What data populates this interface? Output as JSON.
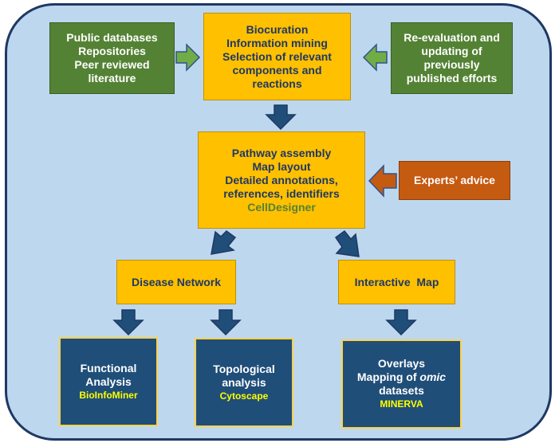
{
  "boxes": {
    "public_sources": [
      "Public databases",
      "Repositories",
      "Peer reviewed",
      "literature"
    ],
    "biocuration": [
      "Biocuration",
      "Information mining",
      "Selection of relevant",
      "components and",
      "reactions"
    ],
    "reevaluation": [
      "Re-evaluation and",
      "updating of",
      "previously",
      "published efforts"
    ],
    "pathway": [
      "Pathway assembly",
      "Map layout",
      "Detailed annotations,",
      "references, identifiers"
    ],
    "pathway_tool": "CellDesigner",
    "experts": "Experts’ advice",
    "disease_network": "Disease Network",
    "interactive_map": "Interactive  Map",
    "functional": [
      "Functional",
      "Analysis"
    ],
    "functional_tool": "BioInfoMiner",
    "topological": [
      "Topological",
      "analysis"
    ],
    "topological_tool": "Cytoscape",
    "overlays": {
      "line1": "Overlays",
      "line2_pre": "Mapping of ",
      "line2_italic": "omic",
      "line3": "datasets",
      "tool": "MINERVA"
    }
  },
  "colors": {
    "background": "#bdd7ee",
    "frame_border": "#1f3864",
    "green_box": "#548235",
    "gold_box": "#ffc000",
    "orange_box": "#c55a11",
    "navy_box": "#1f4e79",
    "arrow_green": "#70ad47",
    "arrow_navy": "#1f4e79",
    "arrow_orange": "#c55a11",
    "tool_highlight": "#ffff00"
  }
}
